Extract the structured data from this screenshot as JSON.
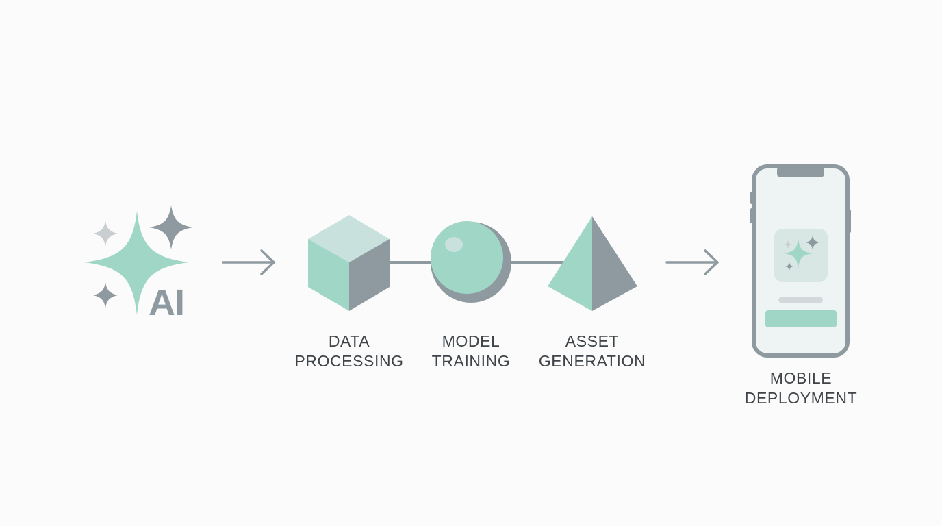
{
  "logo": {
    "text": "AI"
  },
  "stages": [
    {
      "id": "data-processing",
      "line1": "DATA",
      "line2": "PROCESSING",
      "icon": "cube-icon"
    },
    {
      "id": "model-training",
      "line1": "MODEL",
      "line2": "TRAINING",
      "icon": "sphere-icon"
    },
    {
      "id": "asset-generation",
      "line1": "ASSET",
      "line2": "GENERATION",
      "icon": "pyramid-icon"
    }
  ],
  "deployment": {
    "line1": "MOBILE",
    "line2": "DEPLOYMENT",
    "icon": "smartphone-icon"
  },
  "colors": {
    "background": "#fbfbfb",
    "mint": "#9fd6c6",
    "mint_light": "#c8e1dc",
    "slate": "#8e9aa0",
    "slate_light": "#c9cfd1",
    "text": "#3e4448"
  }
}
